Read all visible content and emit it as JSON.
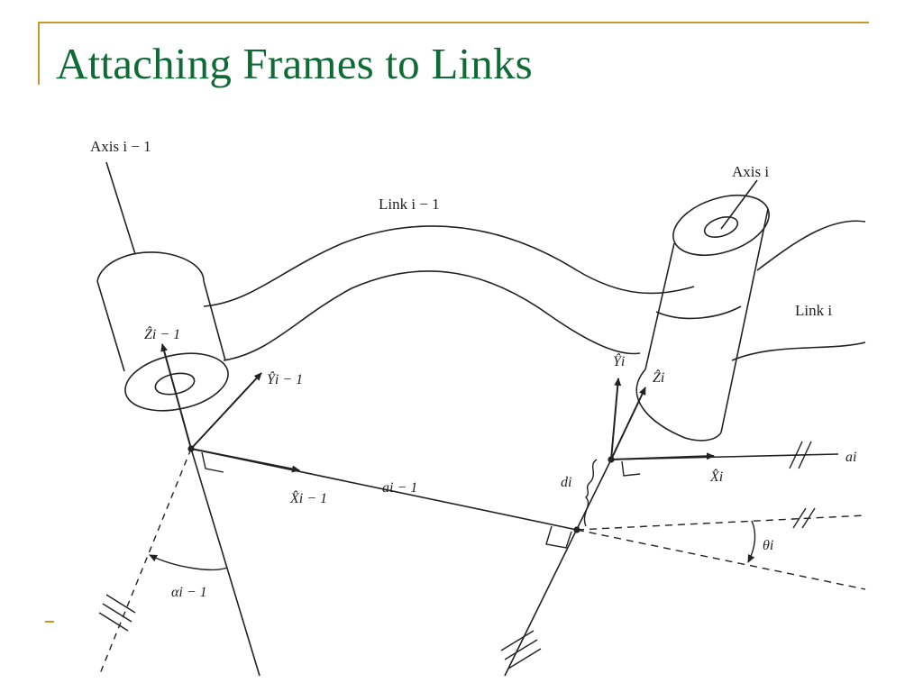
{
  "slide": {
    "title": "Attaching Frames to Links"
  },
  "diagram": {
    "labels": {
      "axis_prev": "Axis i − 1",
      "axis_cur": "Axis i",
      "link_prev": "Link i − 1",
      "link_cur": "Link i",
      "z_prev": "Ẑi − 1",
      "y_prev": "Ŷi − 1",
      "x_prev": "X̂i − 1",
      "a_prev": "ai − 1",
      "alpha_prev": "αi − 1",
      "y_cur": "Ŷi",
      "z_cur": "Ẑi",
      "x_cur": "X̂i",
      "a_cur": "ai",
      "d_cur": "di",
      "theta_cur": "θi"
    }
  },
  "colors": {
    "title": "#0f6b36",
    "accent": "#c79a2b",
    "ink": "#222222"
  }
}
